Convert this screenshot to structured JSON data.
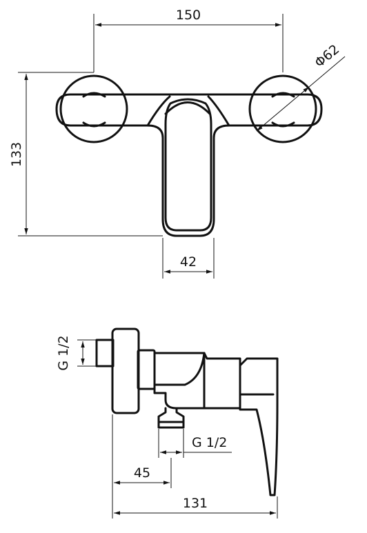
{
  "top_view": {
    "dimensions": {
      "width_label": "150",
      "height_label": "133",
      "diameter_label": "Φ62",
      "body_width_label": "42"
    }
  },
  "side_view": {
    "dimensions": {
      "inlet_thread_label": "G 1/2",
      "outlet_thread_label": "G 1/2",
      "offset_label": "45",
      "depth_label": "131"
    }
  }
}
